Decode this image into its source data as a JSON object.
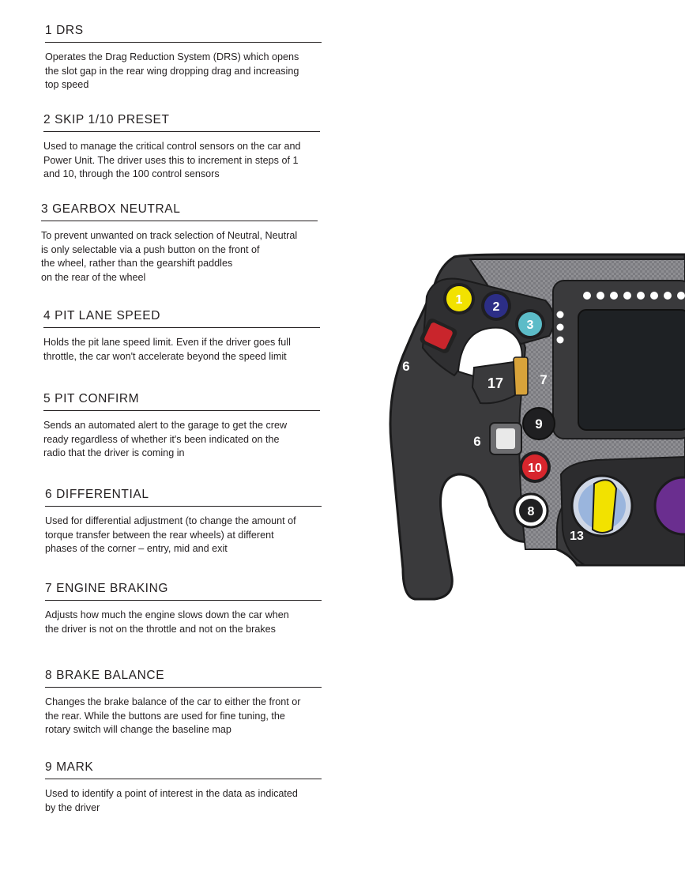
{
  "items": [
    {
      "heading": "1  DRS",
      "body": "Operates the Drag Reduction System (DRS) which opens\nthe slot gap in the rear wing dropping drag and increasing\ntop speed"
    },
    {
      "heading": "2  SKIP 1/10 PRESET",
      "body": "Used to manage the critical control sensors on the car and\nPower Unit. The driver uses this to increment in steps of 1\nand 10, through the 100 control sensors"
    },
    {
      "heading": "3  GEARBOX NEUTRAL",
      "body": "To prevent unwanted on track selection of Neutral, Neutral\nis only selectable via a push button on the front of\nthe wheel, rather than the gearshift paddles\non the rear of the wheel"
    },
    {
      "heading": "4  PIT LANE SPEED",
      "body": "Holds the pit lane speed limit. Even if the driver goes full\nthrottle, the car won't accelerate beyond the speed limit"
    },
    {
      "heading": "5  PIT CONFIRM",
      "body": "Sends an automated alert to the garage to get the crew\nready regardless of whether it's been indicated on the\nradio that the driver is coming in"
    },
    {
      "heading": "6  DIFFERENTIAL",
      "body": "Used for differential adjustment (to change the amount of\ntorque transfer between the rear wheels) at different\nphases of the corner – entry, mid and exit"
    },
    {
      "heading": "7  ENGINE BRAKING",
      "body": "Adjusts how much the engine slows down the car when\nthe driver is not on the throttle and not on the brakes"
    },
    {
      "heading": "8  BRAKE BALANCE",
      "body": "Changes the brake balance of the car to either the front or\nthe rear. While the buttons are used for fine tuning, the\nrotary switch will change the baseline map"
    },
    {
      "heading": "9 MARK",
      "body": "Used to identify a point of interest in the data as indicated\nby the driver"
    }
  ],
  "wheel": {
    "labels": {
      "b1": "1",
      "b2": "2",
      "b3": "3",
      "l6a": "6",
      "l6b": "6",
      "b17": "17",
      "l7": "7",
      "b9": "9",
      "b10": "10",
      "b8": "8",
      "l13": "13"
    },
    "colors": {
      "body": "#3a3a3c",
      "carbon": "#8f8f93",
      "screen": "#1e2124",
      "button_1": "#f2e200",
      "button_2": "#2c2e86",
      "button_3": "#5cbcc8",
      "button_10": "#d7262d",
      "button_9": "#1f1f21",
      "button_8": "#1f1f21",
      "rotary_yellow": "#f2e200",
      "rotary_purple": "#6a2e8f",
      "toggle_red": "#c9252c",
      "thumbwheel": "#d8a33a"
    }
  }
}
